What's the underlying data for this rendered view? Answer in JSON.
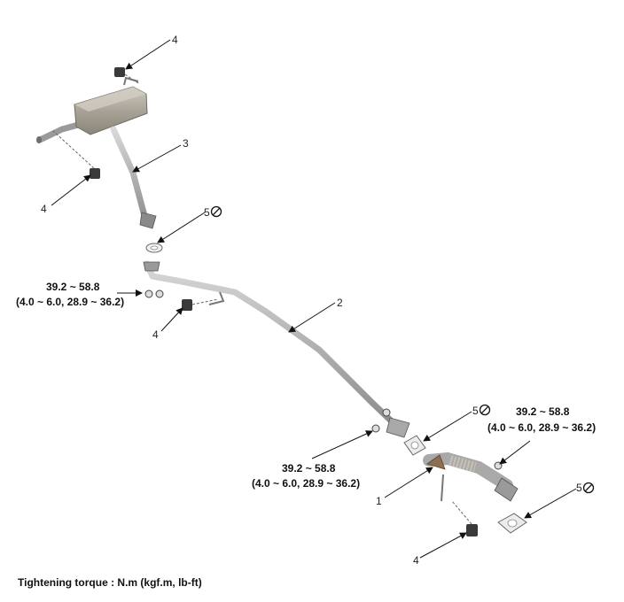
{
  "callouts": {
    "c1": "1",
    "c2": "2",
    "c3": "3",
    "c4a": "4",
    "c4b": "4",
    "c4c": "4",
    "c4d": "4",
    "c5a": "5",
    "c5b": "5",
    "c5c": "5"
  },
  "torque_specs": [
    {
      "value": "39.2 ~ 58.8",
      "detail": "(4.0 ~ 6.0, 28.9 ~ 36.2)"
    },
    {
      "value": "39.2 ~ 58.8",
      "detail": "(4.0 ~ 6.0, 28.9 ~ 36.2)"
    },
    {
      "value": "39.2 ~ 58.8",
      "detail": "(4.0 ~ 6.0, 28.9 ~ 36.2)"
    }
  ],
  "footer_note": "Tightening torque : N.m (kgf.m, lb-ft)",
  "icons": {
    "non_reusable": "prohibited-circle-icon"
  },
  "colors": {
    "pipe": "#b9b9b9",
    "muffler": "#a8a39a",
    "rubber": "#2e2e2e",
    "line": "#111111"
  }
}
